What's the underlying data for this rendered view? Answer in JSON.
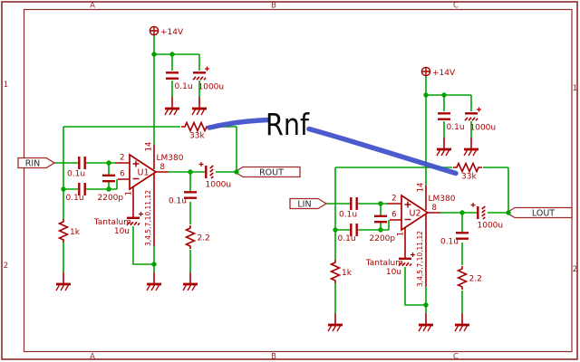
{
  "colors": {
    "wire_green": "#00a300",
    "symbol_red": "#a80000",
    "frame_maroon": "#8e2a2a",
    "annotation_blue": "#4252cb",
    "annotation_text": "#0a0a0a"
  },
  "frame": {
    "column_labels": [
      "A",
      "B",
      "C"
    ],
    "row_labels": [
      "1",
      "2"
    ]
  },
  "annotation": {
    "label": "Rnf"
  },
  "channels": [
    {
      "designator": "U1",
      "part": "LM380",
      "input_label": "RIN",
      "output_label": "ROUT",
      "supply_label": "+14V",
      "pins": {
        "noninv": "2",
        "inv": "6",
        "out": "8",
        "vplus": "14",
        "bypass": "1",
        "gnd": "3,4,5,7,10,11,12"
      },
      "values": {
        "supply_bypass": "0.1u",
        "supply_bulk": "1000u",
        "feedback": "33k",
        "input_cap": "0.1u",
        "comp_cap": "2200p",
        "inv_cap": "0.1u",
        "input_bias": "1k",
        "bypass_type": "Tantalum",
        "bypass_cap": "10u",
        "zobel_cap": "0.1u",
        "zobel_res": "2.2",
        "coupling": "1000u"
      }
    },
    {
      "designator": "U2",
      "part": "LM380",
      "input_label": "LIN",
      "output_label": "LOUT",
      "supply_label": "+14V",
      "pins": {
        "noninv": "2",
        "inv": "6",
        "out": "8",
        "vplus": "14",
        "bypass": "1",
        "gnd": "3,4,5,7,10,11,12"
      },
      "values": {
        "supply_bypass": "0.1u",
        "supply_bulk": "1000u",
        "feedback": "33k",
        "input_cap": "0.1u",
        "comp_cap": "2200p",
        "inv_cap": "0.1u",
        "input_bias": "1k",
        "bypass_type": "Tantalum",
        "bypass_cap": "10u",
        "zobel_cap": "0.1u",
        "zobel_res": "2.2",
        "coupling": "1000u"
      }
    }
  ]
}
